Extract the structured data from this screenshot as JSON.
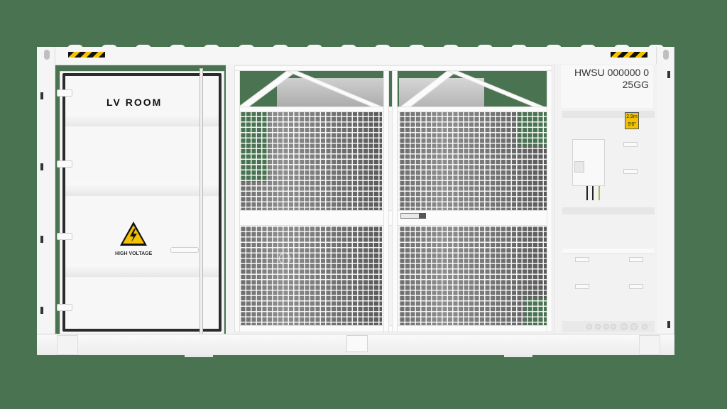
{
  "scene": {
    "subject": "White 20ft container housing with LV room and mesh-caged transformer section",
    "background_color": "#4a7351",
    "accent_colors": {
      "hazard_yellow": "#f2c200",
      "hazard_black": "#111111",
      "seal_black": "#2b2b2b"
    }
  },
  "lv_room": {
    "label": "LV ROOM",
    "warning": {
      "icon": "high-voltage-icon",
      "text": "HIGH VOLTAGE"
    }
  },
  "container_id": {
    "line1": "HWSU 000000 0",
    "line2": "25GG"
  },
  "height_badge": {
    "line1": "2,9m",
    "line2": "9'6\""
  },
  "transformer_bay": {
    "gates": 2,
    "description": "Twin mesh gates with truss top frame and central latch"
  }
}
